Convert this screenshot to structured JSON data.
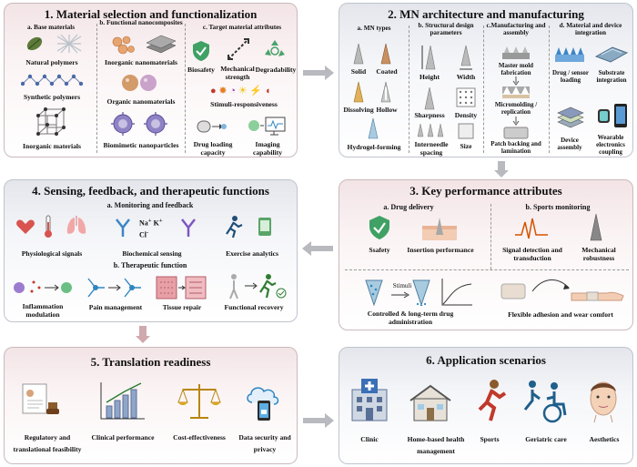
{
  "p1": {
    "title": "1. Material selection and functionalization",
    "a": "a. Base materials",
    "b": "b. Functional nanocomposites",
    "c": "c. Target material attributes",
    "natural": "Natural polymers",
    "synthetic": "Synthetic polymers",
    "inorganic": "Inorganic materials",
    "inano": "Inorganic nanomaterials",
    "onano": "Organic nanomaterials",
    "bio": "Biomimetic nanoparticles",
    "biosafety": "Biosafety",
    "mech": "Mechanical strength",
    "degrad": "Degradability",
    "stimuli": "Stimuli-responsiveness",
    "drugcap": "Drug loading capacity",
    "imaging": "Imaging capability"
  },
  "p2": {
    "title": "2. MN architecture and manufacturing",
    "a": "a. MN types",
    "b": "b. Structural design parameters",
    "c": "c.Manufacturing and assembly",
    "d": "d. Material and device integration",
    "solid": "Solid",
    "coated": "Coated",
    "dissolving": "Dissolving",
    "hollow": "Hollow",
    "hydrogel": "Hydrogel-forming",
    "height": "Height",
    "width": "Width",
    "sharpness": "Sharpness",
    "density": "Density",
    "spacing": "Interneedle spacing",
    "size": "Size",
    "master": "Master mold fabrication",
    "micro": "Micromolding / replication",
    "patch": "Patch backing and lamination",
    "drugsensor": "Drug / sensor loading",
    "substrate": "Substrate integration",
    "device": "Device assembly",
    "wearable": "Wearable electronics coupling"
  },
  "p3": {
    "title": "3. Key performance attributes",
    "a": "a. Drug delivery",
    "b": "b. Sports monitoring",
    "safety": "Ssafety",
    "insertion": "Insertion performance",
    "signal": "Signal detection and transduction",
    "robust": "Mechanical robustness",
    "stim": "Stimuli",
    "controlled": "Controlled & long-term drug administration",
    "flex": "Flexible adhesion and wear comfort"
  },
  "p4": {
    "title": "4. Sensing, feedback, and therapeutic functions",
    "a": "a. Monitoring and feedback",
    "b": "b. Therapeutic function",
    "phys": "Physiological signals",
    "bioch": "Biochemical sensing",
    "exercise": "Exercise analytics",
    "na": "Na",
    "k": "K",
    "cl": "Cl",
    "inflam": "Inflammation modulation",
    "pain": "Pain management",
    "tissue": "Tissue repair",
    "functional": "Functional recovery"
  },
  "p5": {
    "title": "5. Translation readiness",
    "reg": "Regulatory and translational feasibility",
    "clin": "Clinical performance",
    "cost": "Cost-effectiveness",
    "data": "Data security and privacy"
  },
  "p6": {
    "title": "6. Application scenarios",
    "clinic": "Clinic",
    "home": "Home-based health management",
    "sports": "Sports",
    "geri": "Geriatric care",
    "aes": "Aesthetics"
  }
}
